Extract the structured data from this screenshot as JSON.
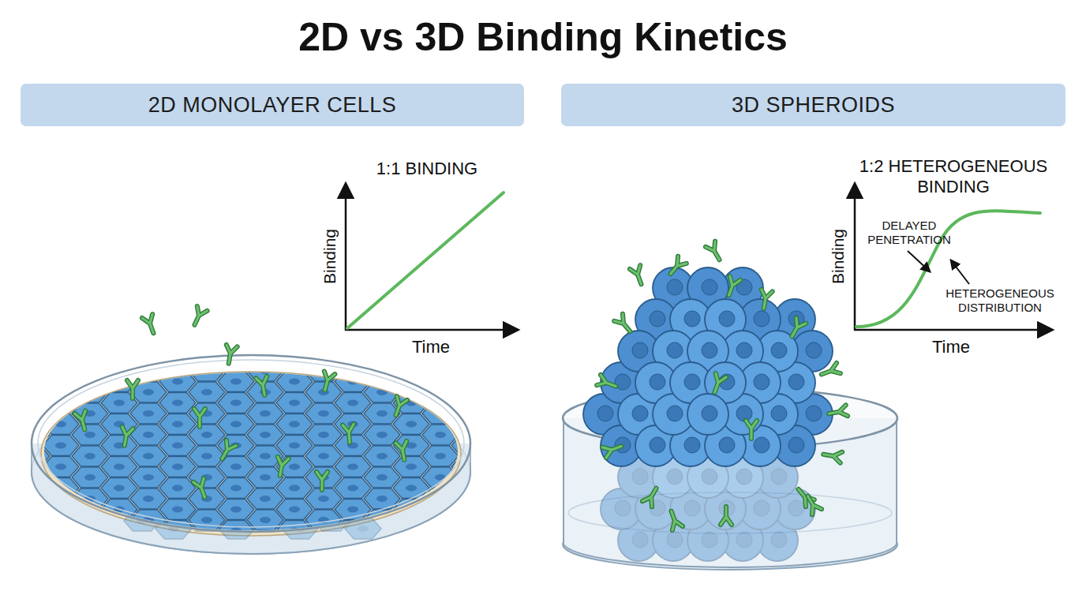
{
  "diagram": {
    "title": "2D vs 3D Binding Kinetics",
    "nodes": [
      {
        "text": [
          "2D MONOLAYER CELLS"
        ]
      },
      {
        "text": [
          "3D SPHEROIDS"
        ]
      }
    ],
    "edges": [],
    "labels": [
      "1:1 BINDING",
      "Binding",
      "Time",
      "1:2 HETEROGENEOUS BINDING",
      "DELAYED PENETRATION",
      "HETEROGENEOUS DISTRIBUTION",
      "Binding",
      "Time"
    ]
  }
}
